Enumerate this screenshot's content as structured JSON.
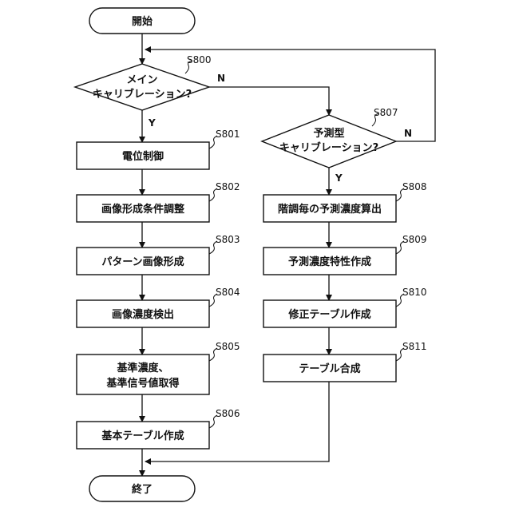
{
  "terminals": {
    "start": "開始",
    "end": "終了"
  },
  "decisions": {
    "main_calibration": {
      "line1": "メイン",
      "line2": "キャリブレーション?",
      "step": "S800"
    },
    "predictive_calibration": {
      "line1": "予測型",
      "line2": "キャリブレーション?",
      "step": "S807"
    }
  },
  "branches": {
    "yes": "Y",
    "no": "N"
  },
  "left_steps": [
    {
      "step": "S801",
      "line1": "電位制御"
    },
    {
      "step": "S802",
      "line1": "画像形成条件調整"
    },
    {
      "step": "S803",
      "line1": "パターン画像形成"
    },
    {
      "step": "S804",
      "line1": "画像濃度検出"
    },
    {
      "step": "S805",
      "line1": "基準濃度、",
      "line2": "基準信号値取得"
    },
    {
      "step": "S806",
      "line1": "基本テーブル作成"
    }
  ],
  "right_steps": [
    {
      "step": "S808",
      "line1": "階調毎の予測濃度算出"
    },
    {
      "step": "S809",
      "line1": "予測濃度特性作成"
    },
    {
      "step": "S810",
      "line1": "修正テーブル作成"
    },
    {
      "step": "S811",
      "line1": "テーブル合成"
    }
  ]
}
